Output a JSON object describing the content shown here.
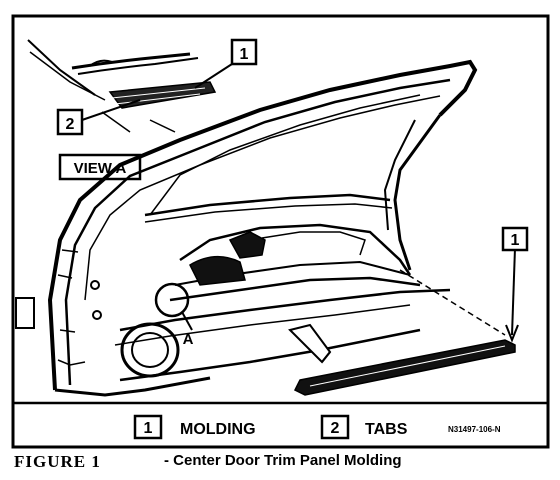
{
  "view_label": "VIEW A",
  "callouts": {
    "view_a_molding": "1",
    "view_a_tabs": "2",
    "main_molding": "1",
    "detail_a": "A"
  },
  "legend": [
    {
      "number": "1",
      "label": "MOLDING"
    },
    {
      "number": "2",
      "label": "TABS"
    }
  ],
  "part_code": "N31497-106-N",
  "caption": {
    "figure": "FIGURE 1",
    "text": "- Center Door Trim Panel Molding"
  }
}
